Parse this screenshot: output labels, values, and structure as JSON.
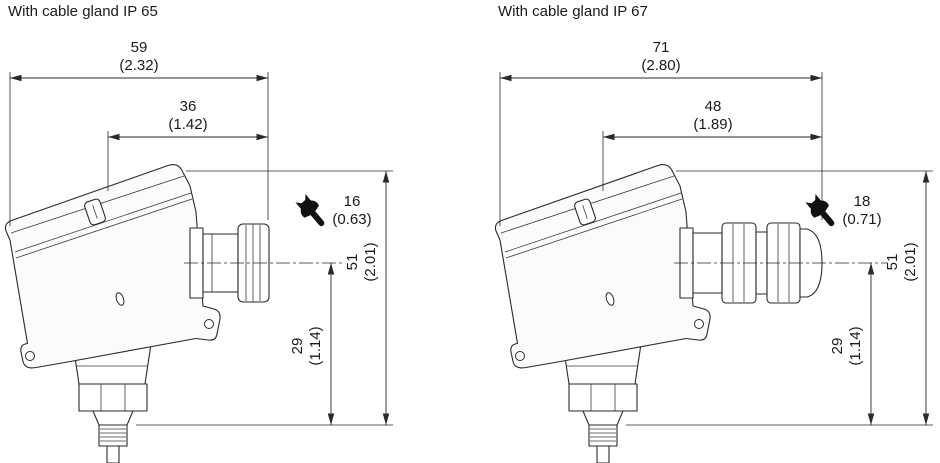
{
  "page": {
    "background": "#ffffff",
    "line_color": "#2a2a2a",
    "text_color": "#1a1a1a"
  },
  "diagrams": [
    {
      "title": "With cable gland IP 65",
      "wrench_icon": "wrench-icon",
      "dims": {
        "width_outer_mm": "59",
        "width_outer_in": "(2.32)",
        "width_inner_mm": "36",
        "width_inner_in": "(1.42)",
        "wrench_mm": "16",
        "wrench_in": "(0.63)",
        "height_total_mm": "51",
        "height_total_in": "(2.01)",
        "height_center_mm": "29",
        "height_center_in": "(1.14)"
      }
    },
    {
      "title": "With cable gland IP 67",
      "wrench_icon": "wrench-icon",
      "dims": {
        "width_outer_mm": "71",
        "width_outer_in": "(2.80)",
        "width_inner_mm": "48",
        "width_inner_in": "(1.89)",
        "wrench_mm": "18",
        "wrench_in": "(0.71)",
        "height_total_mm": "51",
        "height_total_in": "(2.01)",
        "height_center_mm": "29",
        "height_center_in": "(1.14)"
      }
    }
  ]
}
